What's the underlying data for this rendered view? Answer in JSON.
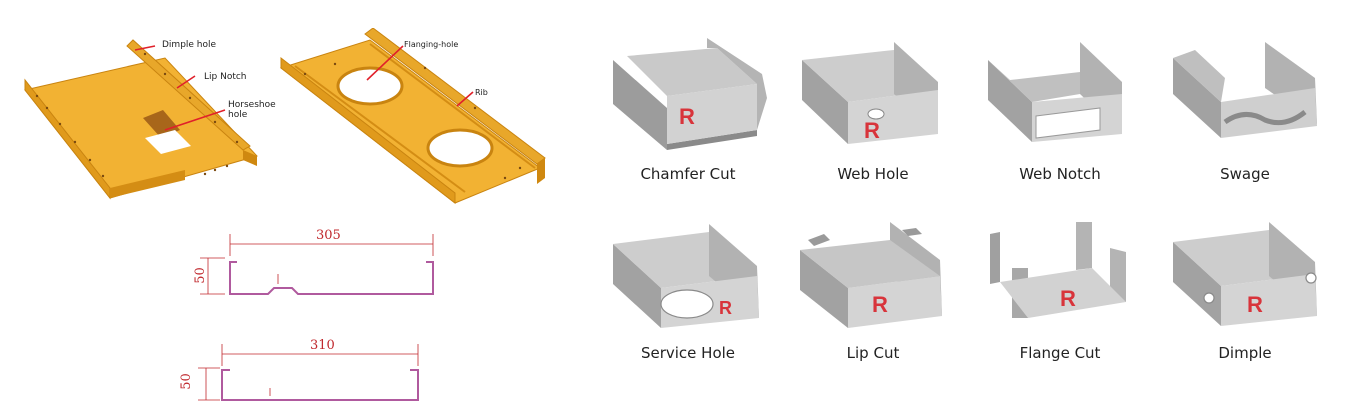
{
  "beam_diagrams": {
    "left_labels": {
      "dimple_hole": "Dimple hole",
      "lip_notch": "Lip Notch",
      "horseshoe_hole": [
        "Horseshoe",
        "hole"
      ]
    },
    "right_labels": {
      "flanging_hole": "Flanging-hole",
      "rib": "Rib"
    }
  },
  "profiles": [
    {
      "width": "305",
      "height": "50"
    },
    {
      "width": "310",
      "height": "50"
    }
  ],
  "samples": [
    {
      "label": "Chamfer Cut"
    },
    {
      "label": "Web Hole"
    },
    {
      "label": "Web Notch"
    },
    {
      "label": "Swage"
    },
    {
      "label": "Service Hole"
    },
    {
      "label": "Lip Cut"
    },
    {
      "label": "Flange Cut"
    },
    {
      "label": "Dimple"
    }
  ],
  "colors": {
    "beam": "#f2b233",
    "beam_dark": "#d48d14",
    "arrow": "#e0202a",
    "profile": "#b05a9e",
    "dimension": "#c0282d",
    "metal": "#b9b9b9",
    "logo": "#d8343b"
  }
}
